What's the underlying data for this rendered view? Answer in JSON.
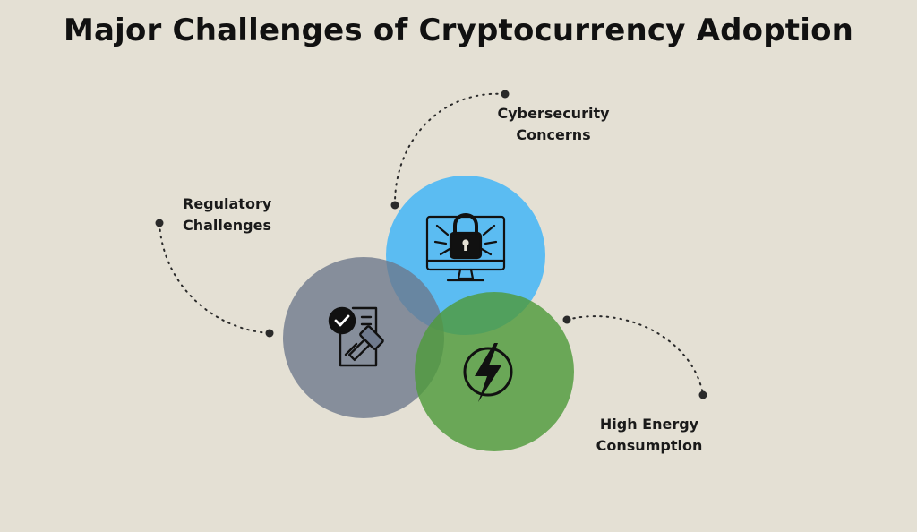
{
  "title": "Major Challenges of Cryptocurrency Adoption",
  "items": [
    {
      "id": "cyber",
      "line1": "Cybersecurity",
      "line2": "Concerns",
      "icon": "padlock-monitor-icon",
      "color": "#4fb8f4"
    },
    {
      "id": "reg",
      "line1": "Regulatory",
      "line2": "Challenges",
      "icon": "gavel-document-icon",
      "color": "#7a8496"
    },
    {
      "id": "energy",
      "line1": "High Energy",
      "line2": "Consumption",
      "icon": "lightning-bolt-icon",
      "color": "#5a9e47"
    }
  ],
  "colors": {
    "background": "#e4e0d4",
    "dot": "#2a2a2a"
  }
}
